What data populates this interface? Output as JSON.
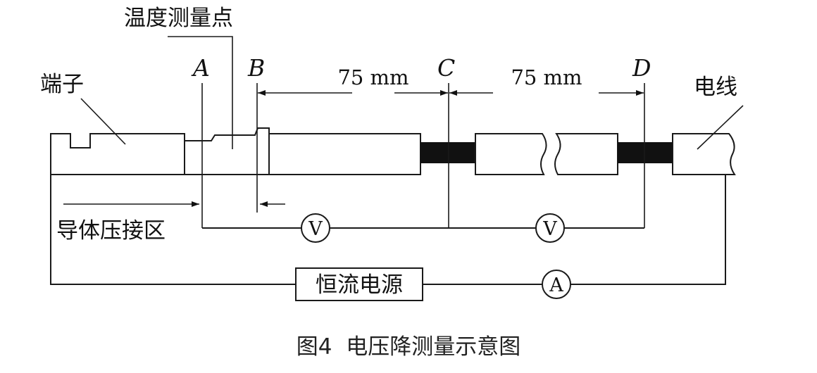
{
  "labels": {
    "temperature_point": "温度测量点",
    "terminal": "端子",
    "wire": "电线",
    "crimp_zone": "导体压接区",
    "power_source": "恒流电源"
  },
  "points": {
    "a": "A",
    "b": "B",
    "c": "C",
    "d": "D"
  },
  "dimensions": {
    "bc": "75 mm",
    "cd": "75 mm"
  },
  "meters": {
    "voltmeter_1": "V",
    "voltmeter_2": "V",
    "ammeter": "A"
  },
  "caption": "图4  电压降测量示意图"
}
